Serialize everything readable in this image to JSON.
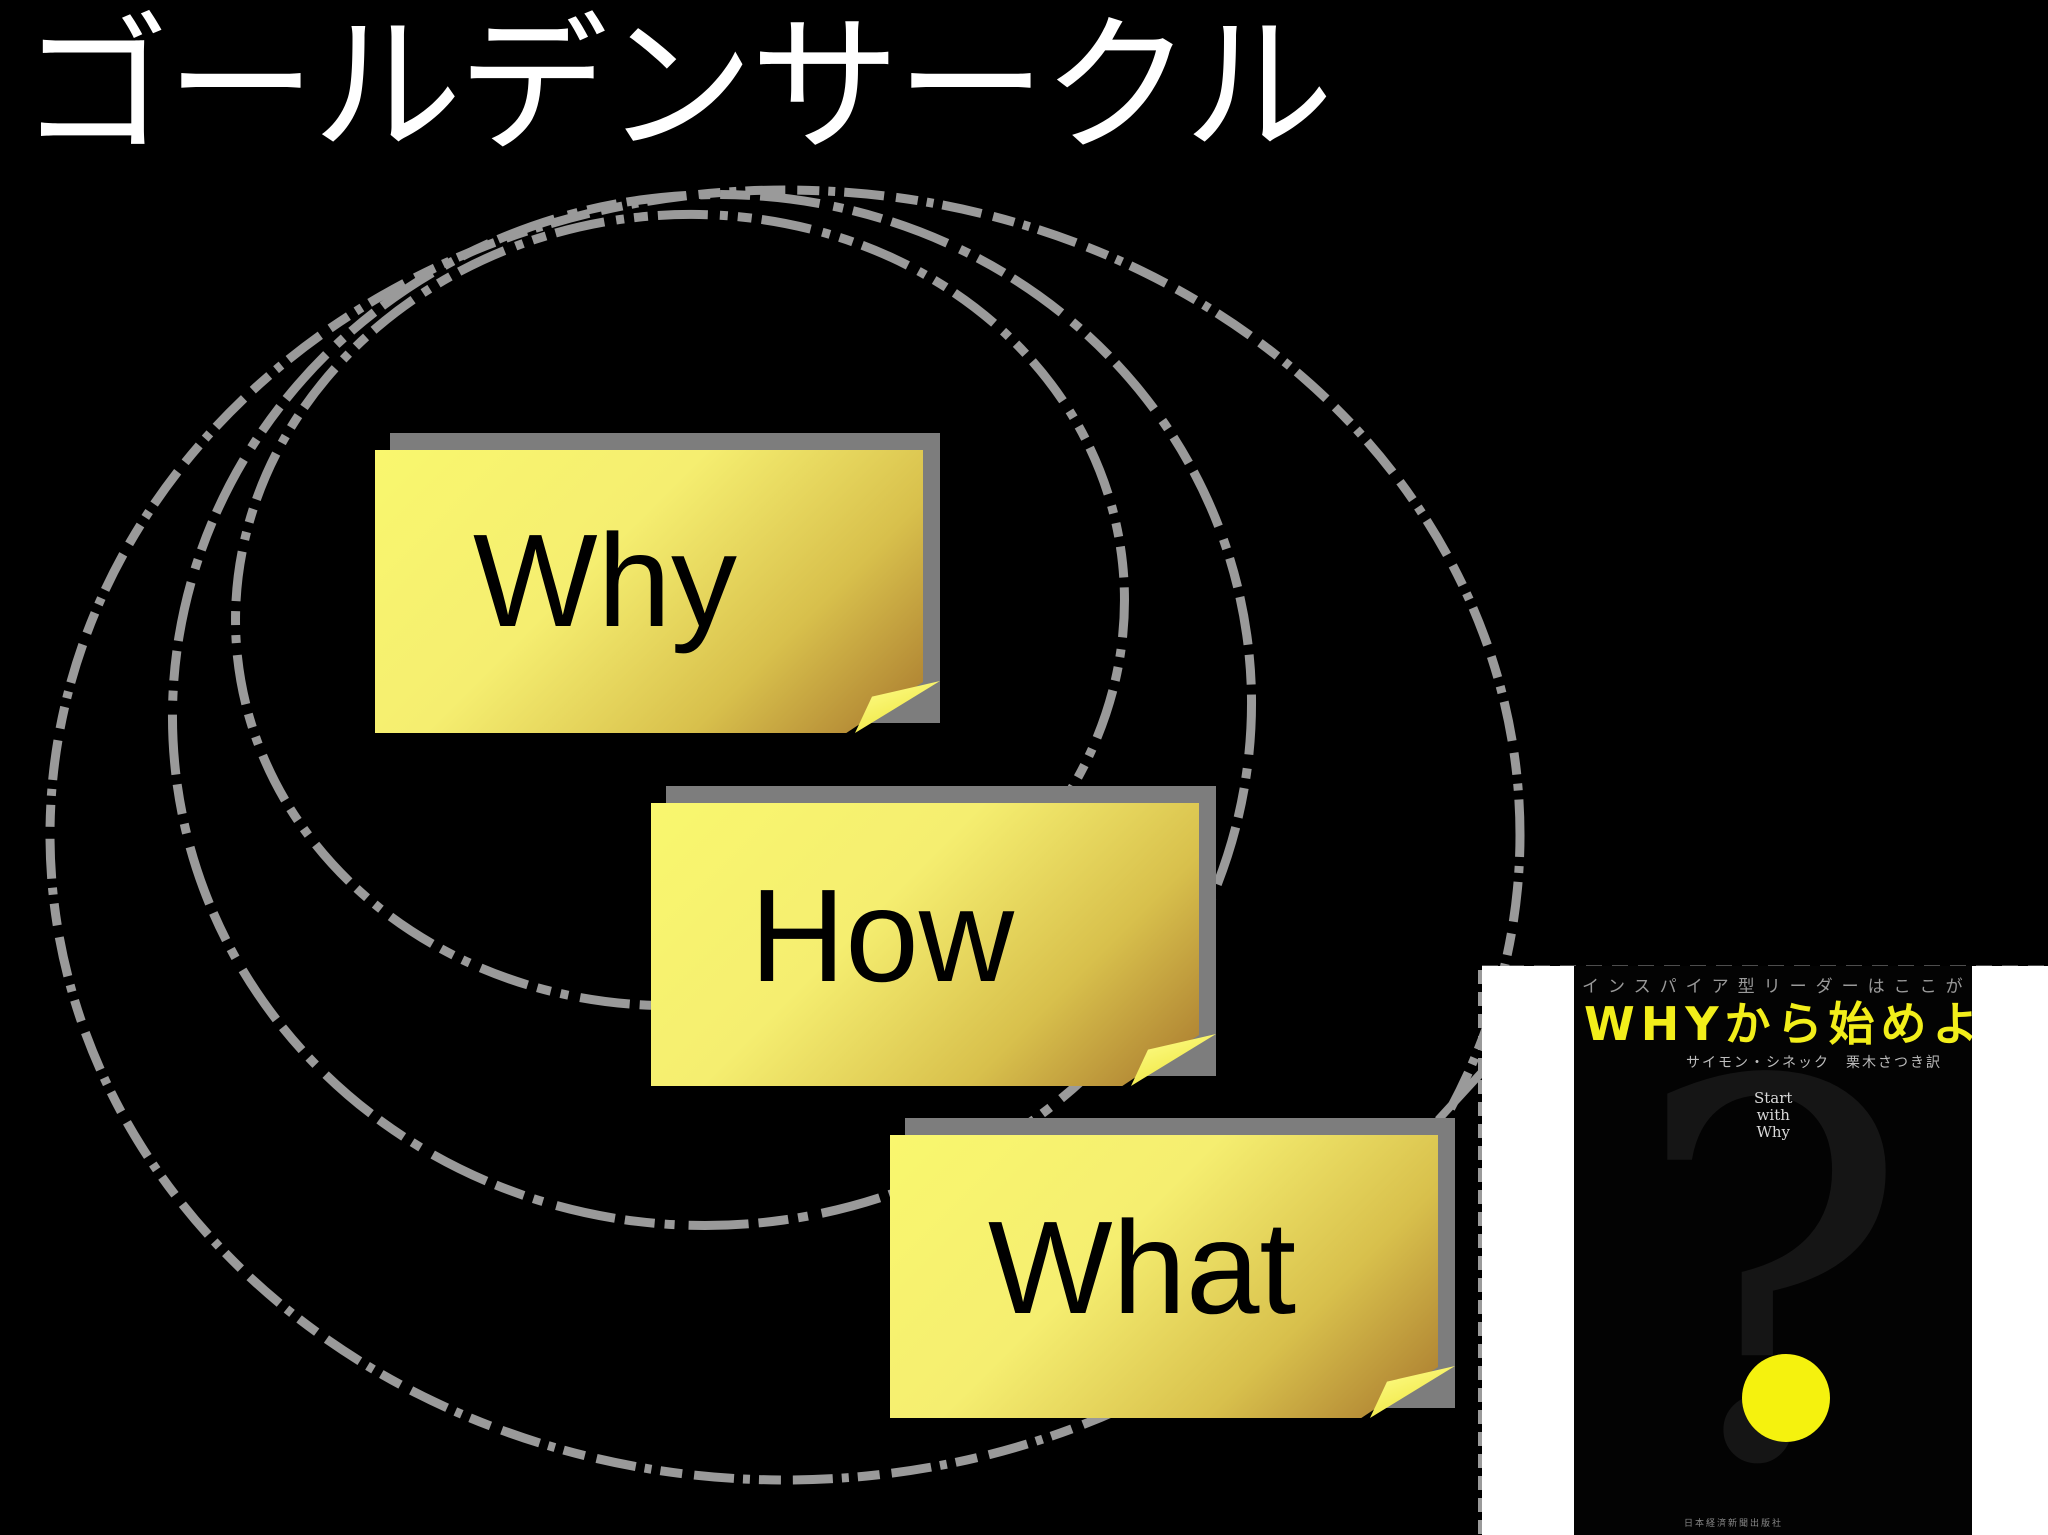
{
  "slide": {
    "title": "ゴールデンサークル",
    "notes": [
      {
        "id": "why",
        "label": "Why"
      },
      {
        "id": "how",
        "label": "How"
      },
      {
        "id": "what",
        "label": "What"
      }
    ]
  },
  "book": {
    "tagline": "インスパイア型リーダーはここが違う",
    "title": "WHYから始めよ！",
    "author": "サイモン・シネック　栗木さつき訳",
    "english_title_lines": [
      "Start",
      "with",
      "Why"
    ],
    "publisher": "日本経済新聞出版社"
  },
  "colors": {
    "background": "#000000",
    "title_text": "#ffffff",
    "note_yellow": "#f9f76e",
    "ring_gray": "#9a9a9a",
    "book_yellow": "#f2ee1a"
  }
}
